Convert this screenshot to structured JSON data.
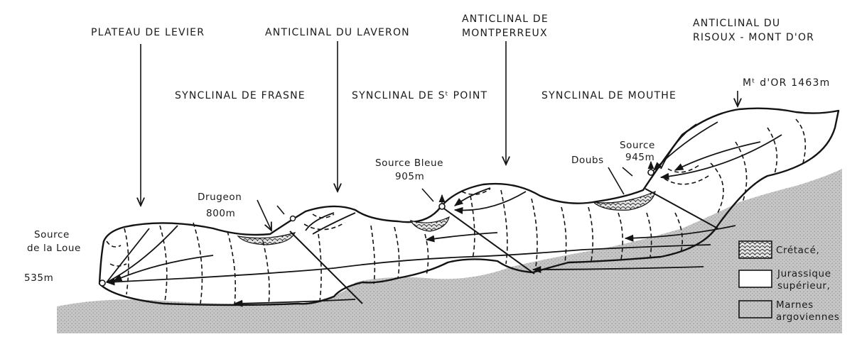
{
  "labels": {
    "plateau_levier": "PLATEAU DE LEVIER",
    "anticlinal_laveron": "ANTICLINAL DU LAVERON",
    "anticlinal_montperreux_1": "ANTICLINAL DE",
    "anticlinal_montperreux_2": "MONTPERREUX",
    "anticlinal_risoux_1": "ANTICLINAL DU",
    "anticlinal_risoux_2": "RISOUX - MONT D'OR",
    "mt_dor": "Mᵗ d'OR 1463m",
    "synclinal_frasne": "SYNCLINAL DE FRASNE",
    "synclinal_st_point": "SYNCLINAL DE Sᵗ POINT",
    "synclinal_mouthe": "SYNCLINAL DE MOUTHE",
    "source_945_1": "Source",
    "source_945_2": "945m",
    "doubs": "Doubs",
    "source_bleue_1": "Source Bleue",
    "source_bleue_2": "905m",
    "drugeon_1": "Drugeon",
    "drugeon_2": "800m",
    "source_loue_1": "Source",
    "source_loue_2": "de la Loue",
    "source_loue_3": "535m"
  },
  "legend": {
    "cretace": "Crétacé,",
    "jurassique_1": "Jurassique",
    "jurassique_2": "supérieur,",
    "marnes_1": "Marnes",
    "marnes_2": "argoviennes"
  },
  "colors": {
    "ink": "#141414",
    "paper": "#ffffff",
    "marl_fill": "#c6c6c6"
  }
}
